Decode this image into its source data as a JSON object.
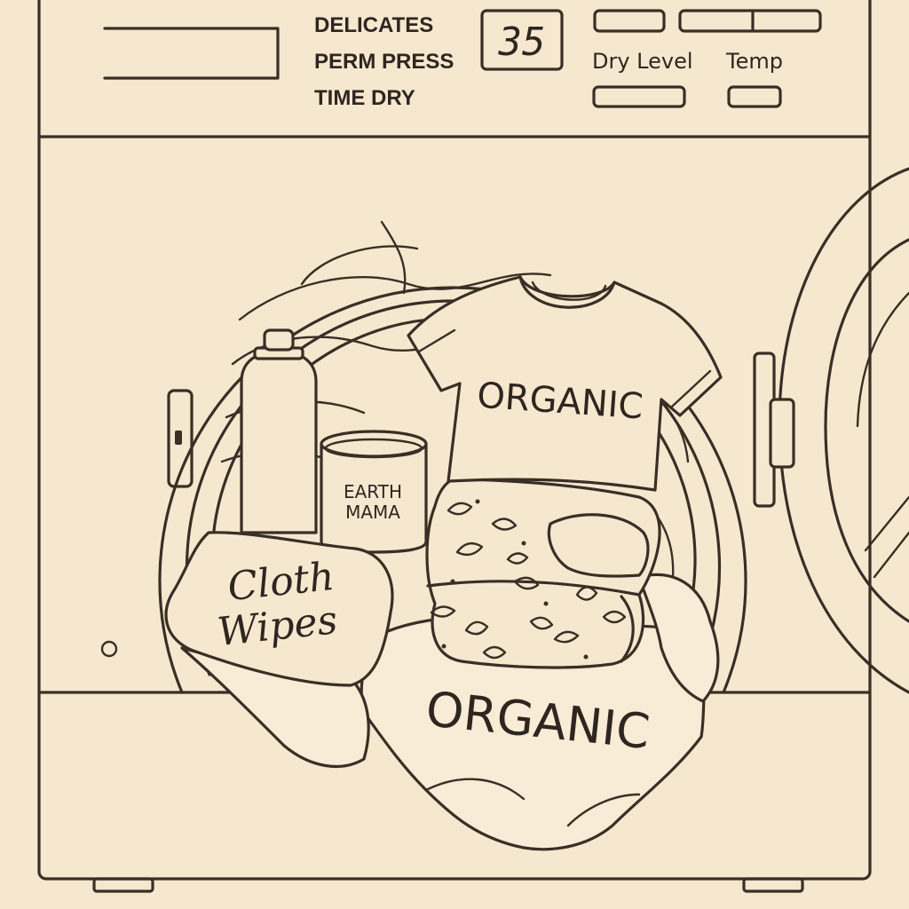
{
  "control_panel": {
    "cycles": [
      "DELICATES",
      "PERM PRESS",
      "TIME DRY"
    ],
    "display_value": "35",
    "dry_level_label": "Dry Level",
    "temp_label": "Temp"
  },
  "drum_contents": {
    "jar_label_line1": "EARTH",
    "jar_label_line2": "MAMA",
    "shirt_text": "ORGANIC",
    "wipes_line1": "Cloth",
    "wipes_line2": "Wipes",
    "blanket_text": "ORGANIC"
  },
  "colors": {
    "background": "#f6e8cf",
    "ink": "#3a2f26"
  }
}
